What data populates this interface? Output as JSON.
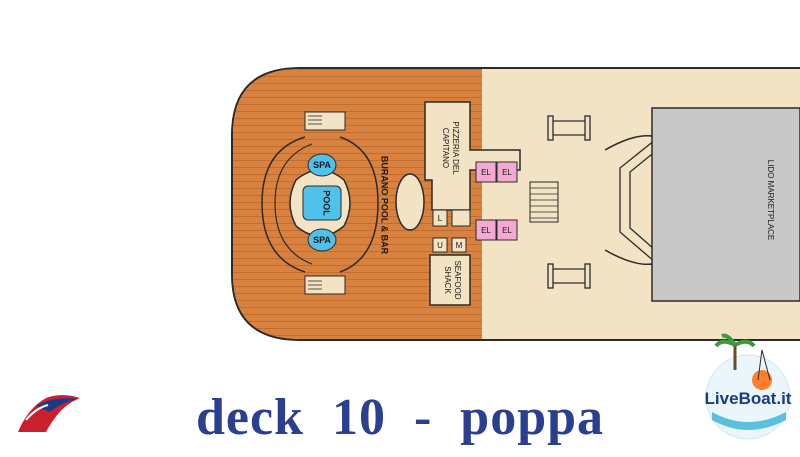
{
  "caption": "deck  10  -  poppa",
  "labels": {
    "spa_top": "SPA",
    "pool": "POOL",
    "spa_bottom": "SPA",
    "burano": "BURANO POOL & BAR",
    "pizzeria_line1": "PIZZERIA DEL",
    "pizzeria_line2": "CAPITANO",
    "elevator": "EL",
    "restroom_l": "L",
    "restroom_m": "M",
    "restroom_u": "U",
    "seafood_line1": "SEAFOOD",
    "seafood_line2": "SHACK",
    "lido": "LIDO MARKETPLACE"
  },
  "logos": {
    "carnival": "carnival-funnel-logo",
    "liveboat": "LiveBoat.it"
  },
  "colors": {
    "deck_wood": "#d9823f",
    "deck_wood_line": "#c06e2f",
    "interior": "#f2e3c4",
    "outline": "#2b2b2b",
    "water": "#4fc1ea",
    "elevator": "#f4a9d3",
    "gray_area": "#c8c8c8",
    "caption": "#2a3f8f"
  }
}
